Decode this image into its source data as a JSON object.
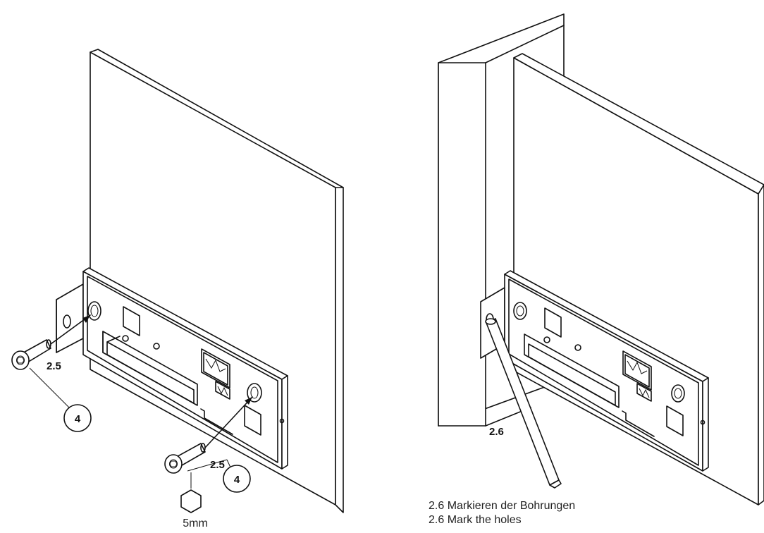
{
  "left_figure": {
    "step_label_upper": "2.5",
    "step_label_lower": "2.5",
    "callout_upper": "4",
    "callout_lower": "4",
    "tool_size": "5mm"
  },
  "right_figure": {
    "step_label": "2.6"
  },
  "caption": {
    "german": "2.6 Markieren der Bohrungen",
    "english": "2.6 Mark the holes"
  }
}
